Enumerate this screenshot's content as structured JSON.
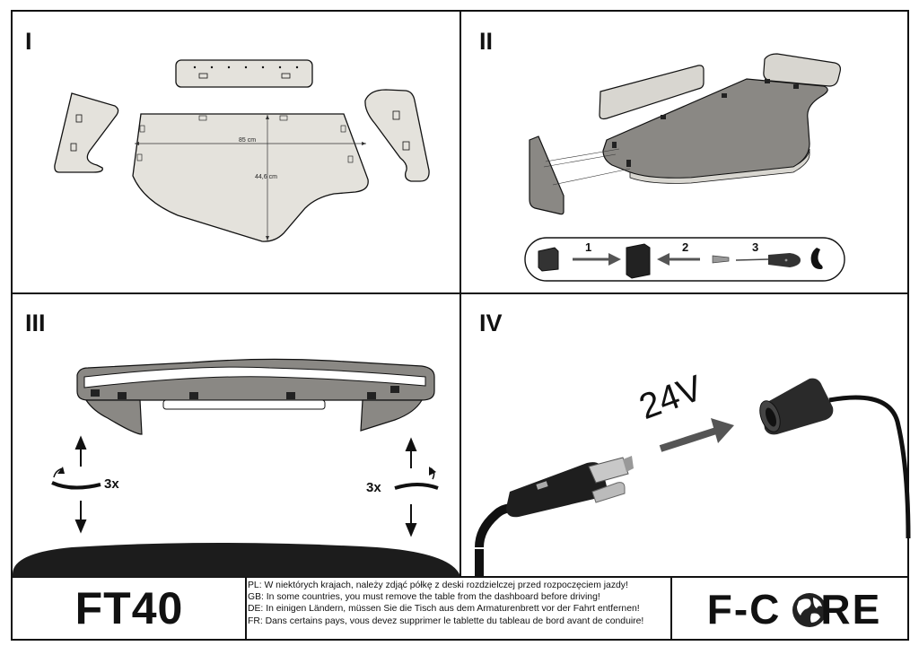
{
  "panels": {
    "p1": {
      "numeral": "I",
      "width_label": "85 cm",
      "depth_label": "44,6 cm"
    },
    "p2": {
      "numeral": "II",
      "steps": [
        "1",
        "2",
        "3"
      ]
    },
    "p3": {
      "numeral": "III",
      "left_count": "3x",
      "right_count": "3x"
    },
    "p4": {
      "numeral": "IV",
      "voltage": "24V"
    }
  },
  "footer": {
    "model": "FT40",
    "notes": [
      "PL: W niektórych krajach, należy zdjąć półkę z deski rozdzielczej przed rozpoczęciem jazdy!",
      "GB: In some countries, you must remove the table from the dashboard before driving!",
      "DE: In einigen Ländern, müssen Sie die Tisch aus dem Armaturenbrett vor der Fahrt entfernen!",
      "FR: Dans certains pays, vous devez supprimer le tablette du tableau de bord avant de conduire!"
    ],
    "brand_left": "F-C",
    "brand_right": "RE"
  },
  "colors": {
    "line": "#111111",
    "panel_fill": "#e4e2dc",
    "part_fill": "#8a8884",
    "dark": "#1a1a1a"
  },
  "icons": [
    "globe-icon",
    "screwdriver-icon",
    "screw-icon",
    "clip-icon",
    "arrow-icon"
  ]
}
